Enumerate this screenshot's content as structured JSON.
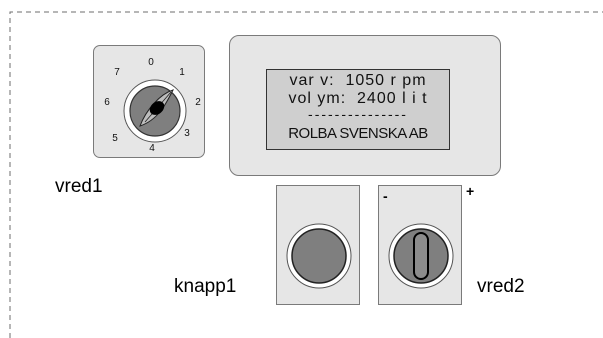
{
  "frame": {
    "style": "dashed"
  },
  "dial": {
    "label": "vred1",
    "positions": [
      "0",
      "1",
      "2",
      "3",
      "4",
      "5",
      "6",
      "7"
    ],
    "selected": "1"
  },
  "display": {
    "line1": "var v:  1050 r pm",
    "line2": "vol ym:  2400 l i t",
    "separator": "---------------",
    "line4": "ROLBA SVENSKA AB"
  },
  "knapp1": {
    "label": "knapp1"
  },
  "vred2": {
    "label": "vred2",
    "min_sign": "-",
    "max_sign": "+"
  },
  "colors": {
    "panel": "#e6e6e6",
    "lcd": "#cfcfcf",
    "button_face": "#7f7f7f",
    "knob_dark": "#808080",
    "knob_pointer": "#000000"
  }
}
